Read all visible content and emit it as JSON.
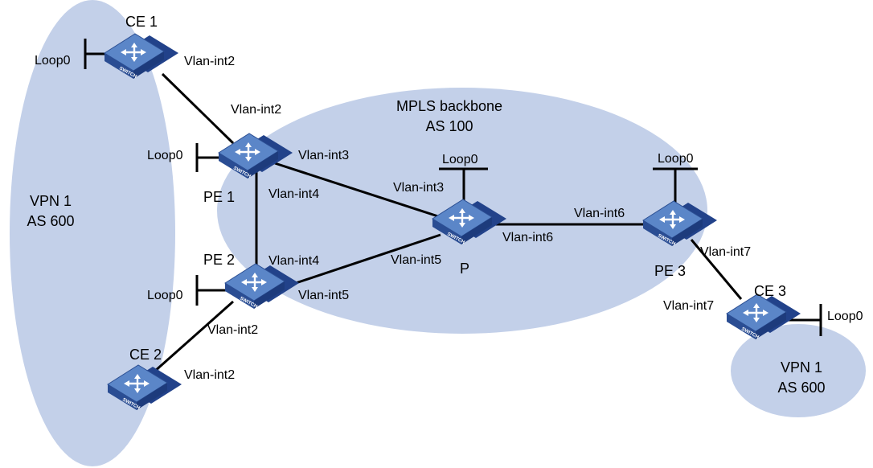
{
  "colors": {
    "cloud": "#c3d0e9",
    "switch_top": "#4d79bf",
    "switch_side": "#22428a",
    "line": "#000000"
  },
  "regions": {
    "vpn1_left": {
      "line1": "VPN 1",
      "line2": "AS 600"
    },
    "backbone": {
      "line1": "MPLS backbone",
      "line2": "AS 100"
    },
    "vpn1_right": {
      "line1": "VPN 1",
      "line2": "AS 600"
    }
  },
  "devices": {
    "ce1": {
      "name": "CE 1",
      "loop": "Loop0",
      "if_a": "Vlan-int2",
      "icon": "switch-icon"
    },
    "pe1": {
      "name": "PE 1",
      "loop": "Loop0",
      "if_up": "Vlan-int2",
      "if_right": "Vlan-int3",
      "if_down": "Vlan-int4",
      "icon": "switch-icon"
    },
    "pe2": {
      "name": "PE 2",
      "loop": "Loop0",
      "if_up": "Vlan-int4",
      "if_right": "Vlan-int5",
      "if_down": "Vlan-int2",
      "icon": "switch-icon"
    },
    "ce2": {
      "name": "CE 2",
      "if_a": "Vlan-int2",
      "icon": "switch-icon"
    },
    "p": {
      "name": "P",
      "loop": "Loop0",
      "if_left_up": "Vlan-int3",
      "if_left_down": "Vlan-int5",
      "if_right": "Vlan-int6",
      "icon": "switch-icon"
    },
    "pe3": {
      "name": "PE 3",
      "loop": "Loop0",
      "if_left": "Vlan-int6",
      "if_down": "Vlan-int7",
      "icon": "switch-icon"
    },
    "ce3": {
      "name": "CE 3",
      "loop": "Loop0",
      "if_a": "Vlan-int7",
      "icon": "switch-icon"
    }
  },
  "switch_badge": "SWITCH"
}
